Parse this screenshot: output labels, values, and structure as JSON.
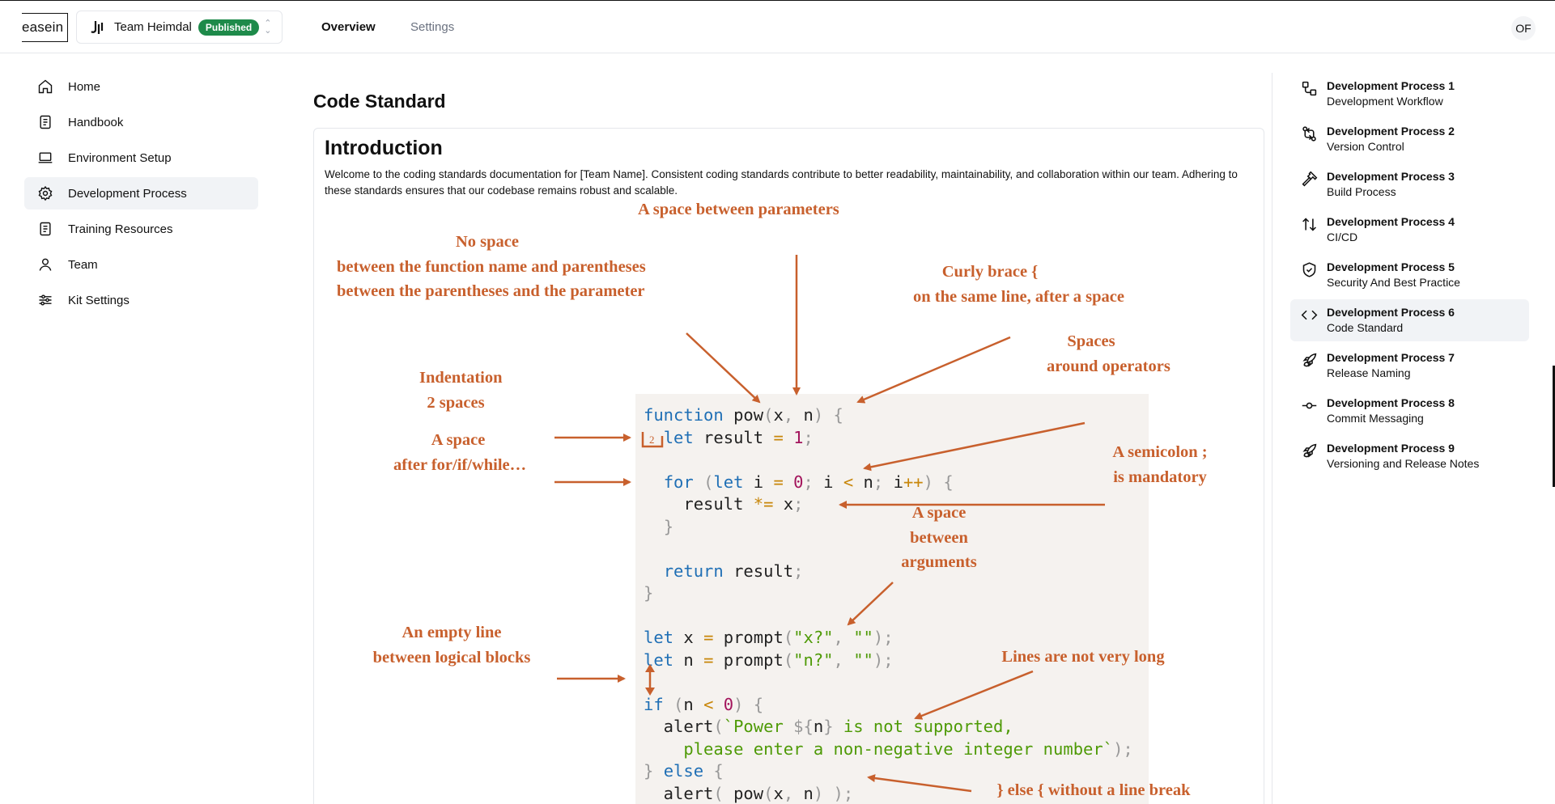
{
  "header": {
    "logo_text": "easein",
    "team_name": "Team Heimdal",
    "status_badge": "Published",
    "tabs": [
      {
        "label": "Overview"
      },
      {
        "label": "Settings"
      }
    ],
    "avatar_initials": "OF"
  },
  "sidebar": {
    "items": [
      {
        "label": "Home",
        "icon": "home-icon"
      },
      {
        "label": "Handbook",
        "icon": "document-icon"
      },
      {
        "label": "Environment Setup",
        "icon": "laptop-icon"
      },
      {
        "label": "Development Process",
        "icon": "gear-icon",
        "active": true
      },
      {
        "label": "Training Resources",
        "icon": "document-icon"
      },
      {
        "label": "Team",
        "icon": "user-icon"
      },
      {
        "label": "Kit Settings",
        "icon": "sliders-icon"
      }
    ]
  },
  "main": {
    "page_title": "Code Standard",
    "section_title": "Introduction",
    "intro_text": "Welcome to the coding standards documentation for [Team Name]. Consistent coding standards contribute to better readability, maintainability, and collaboration within our team. Adhering to these standards ensures that our codebase remains robust and scalable.",
    "figure": {
      "annotations": {
        "params": "A space between parameters",
        "nospace_1": "No space",
        "nospace_2": "between the function name and parentheses",
        "nospace_3": "between the parentheses and the parameter",
        "brace_1": "Curly brace {",
        "brace_2": "on the same line, after a space",
        "indent_1": "Indentation",
        "indent_2": "2 spaces",
        "ops_1": "Spaces",
        "ops_2": "around operators",
        "after_1": "A space",
        "after_2": "after for/if/while…",
        "semi_1": "A semicolon ;",
        "semi_2": "is mandatory",
        "args_1": "A space",
        "args_2": "between",
        "args_3": "arguments",
        "empty_1": "An empty line",
        "empty_2": "between logical blocks",
        "long": "Lines are not very long",
        "else": "} else { without a line break",
        "indent_marker": "2"
      }
    }
  },
  "toc": {
    "items": [
      {
        "title": "Development Process 1",
        "sub": "Development Workflow",
        "icon": "workflow-icon"
      },
      {
        "title": "Development Process 2",
        "sub": "Version Control",
        "icon": "git-compare-icon"
      },
      {
        "title": "Development Process 3",
        "sub": "Build Process",
        "icon": "hammer-icon"
      },
      {
        "title": "Development Process 4",
        "sub": "CI/CD",
        "icon": "arrows-up-down-icon"
      },
      {
        "title": "Development Process 5",
        "sub": "Security And Best Practice",
        "icon": "shield-check-icon"
      },
      {
        "title": "Development Process 6",
        "sub": "Code Standard",
        "icon": "code-icon",
        "active": true
      },
      {
        "title": "Development Process 7",
        "sub": "Release Naming",
        "icon": "rocket-icon"
      },
      {
        "title": "Development Process 8",
        "sub": "Commit Messaging",
        "icon": "git-commit-icon"
      },
      {
        "title": "Development Process 9",
        "sub": "Versioning and Release Notes",
        "icon": "rocket-icon"
      }
    ]
  },
  "colors": {
    "accent_annotation": "#c8602d",
    "badge_green": "#1e8a4a",
    "code_background": "#f5f2ef",
    "keyword": "#1f6fb5",
    "number": "#a3145c",
    "string": "#4e9a06"
  }
}
